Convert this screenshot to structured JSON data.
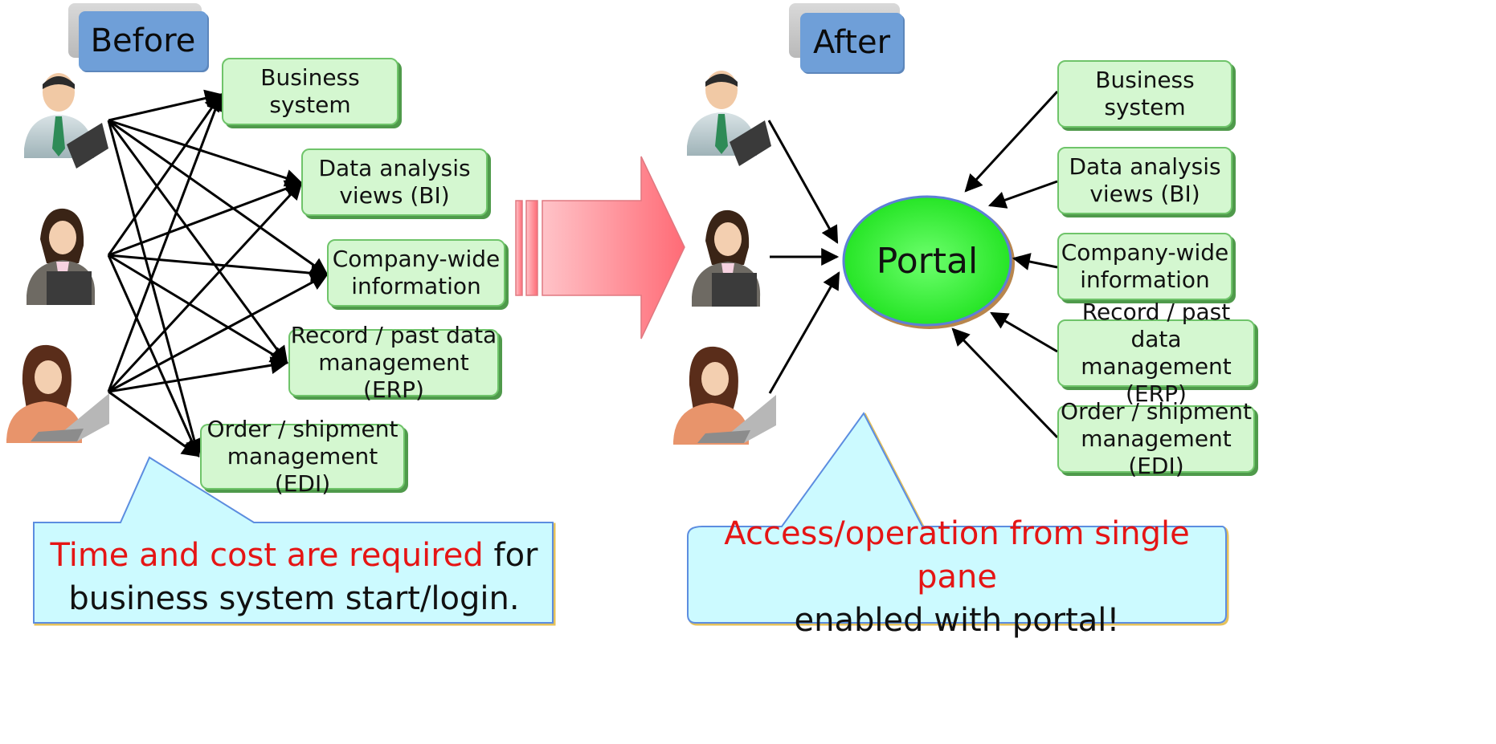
{
  "before": {
    "tab_label": "Before",
    "systems": [
      "Business\nsystem",
      "Data analysis\nviews (BI)",
      "Company-wide\ninformation",
      "Record / past data\nmanagement (ERP)",
      "Order / shipment\nmanagement (EDI)"
    ],
    "callout": {
      "highlight": "Time and cost are required",
      "rest_line1": " for",
      "line2": "business system start/login."
    }
  },
  "after": {
    "tab_label": "After",
    "portal_label": "Portal",
    "systems": [
      "Business\nsystem",
      "Data analysis\nviews (BI)",
      "Company-wide\ninformation",
      "Record / past data\nmanagement (ERP)",
      "Order / shipment\nmanagement (EDI)"
    ],
    "callout": {
      "highlight": "Access/operation from single pane",
      "line2": "enabled with portal!"
    }
  },
  "colors": {
    "system_box_fill": "#d4f7d0",
    "system_box_border": "#6fc46a",
    "tab_fill": "#6f9fd8",
    "callout_fill": "#ccfaff",
    "portal_fill": "#22ee22",
    "big_arrow": "#ff7b85",
    "highlight_text": "#e51515"
  },
  "icons": [
    "user-man-icon",
    "user-woman-icon",
    "user-woman-laptop-icon",
    "big-right-arrow-icon"
  ]
}
